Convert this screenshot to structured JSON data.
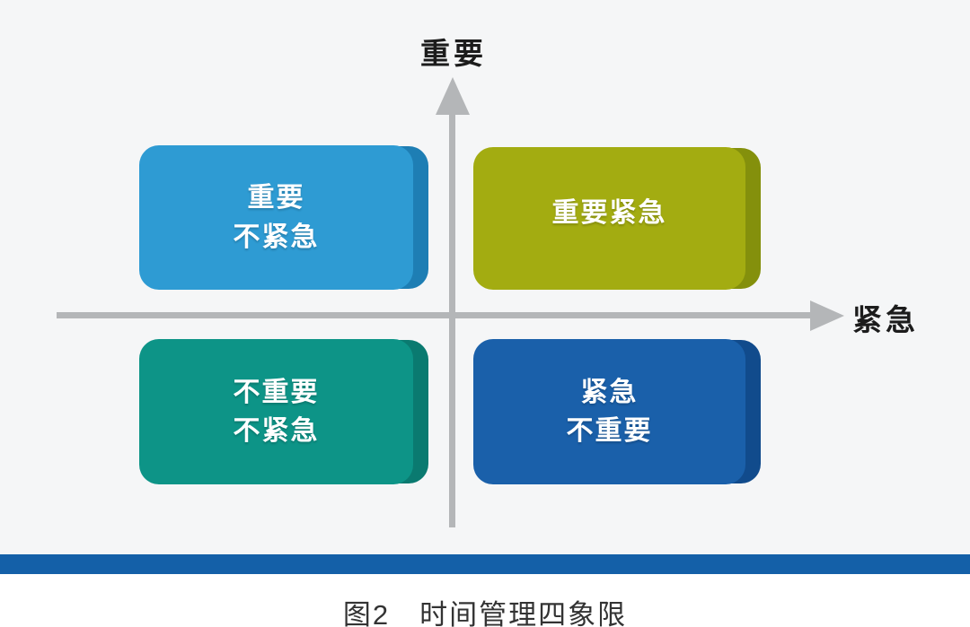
{
  "axes": {
    "y_label": "重要",
    "x_label": "紧急"
  },
  "quadrants": [
    {
      "id": "important-not-urgent",
      "lines": [
        "重要",
        "不紧急"
      ],
      "color": "#2e9bd3",
      "edge_color": "#1e7eb4"
    },
    {
      "id": "important-urgent",
      "lines": [
        "重要紧急"
      ],
      "color": "#a3ac11",
      "edge_color": "#84900c"
    },
    {
      "id": "not-important-not-urgent",
      "lines": [
        "不重要",
        "不紧急"
      ],
      "color": "#0d9487",
      "edge_color": "#0a7a70"
    },
    {
      "id": "urgent-not-important",
      "lines": [
        "紧急",
        "不重要"
      ],
      "color": "#1a60aa",
      "edge_color": "#114b8c"
    }
  ],
  "caption": "图2　时间管理四象限",
  "colors": {
    "background": "#f5f6f7",
    "footer_background": "#ffffff",
    "axis": "#b4b6b8",
    "divider_bar": "#1460a8",
    "axis_label_text": "#1c1c1c",
    "quadrant_text": "#ffffff",
    "caption_text": "#333333"
  }
}
